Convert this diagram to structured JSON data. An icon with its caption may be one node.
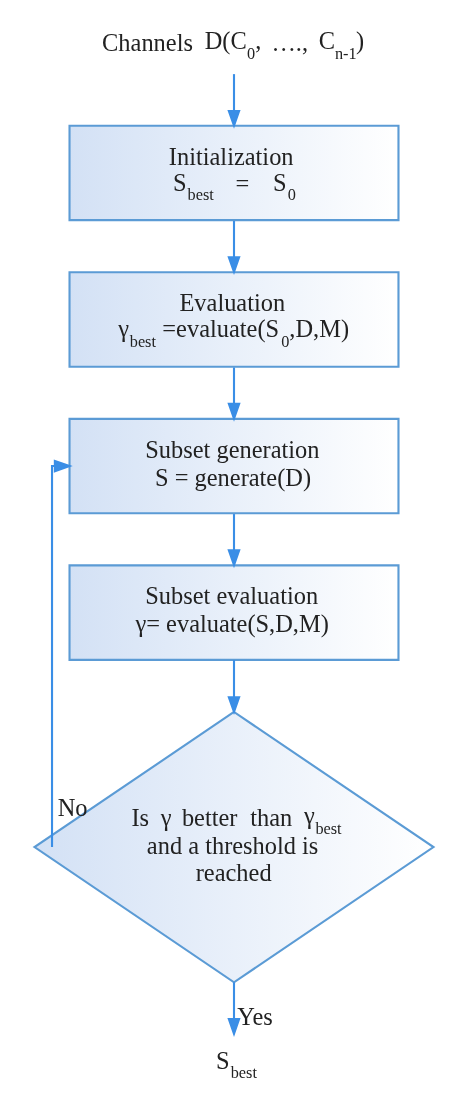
{
  "diagram": {
    "nodes": [
      {
        "text": [
          "Channels D(C$_{0}$, …., C$_{n-1}$)"
        ]
      },
      {
        "text": [
          "Initialization",
          "S$_{best}$ = S$_{0}$"
        ]
      },
      {
        "text": [
          "Evaluation",
          "γ$_{best}$ =evaluate(S$_{0}$,D,M)"
        ]
      },
      {
        "text": [
          "Subset generation",
          "S = generate(D)"
        ]
      },
      {
        "text": [
          "Subset evaluation",
          "γ= evaluate(S,D,M)"
        ]
      },
      {
        "text": [
          "Is γ better than γ$_{best}$ and a threshold is reached"
        ]
      },
      {
        "text": [
          "S$_{best}$"
        ]
      }
    ],
    "edges": [
      {
        "from": 0,
        "to": 1,
        "arrow": "to"
      },
      {
        "from": 1,
        "to": 2,
        "arrow": "to"
      },
      {
        "from": 2,
        "to": 3,
        "arrow": "to"
      },
      {
        "from": 3,
        "to": 4,
        "arrow": "to"
      },
      {
        "from": 4,
        "to": 5,
        "arrow": "to"
      },
      {
        "from": 5,
        "to": 3,
        "arrow": "to",
        "label": "No"
      },
      {
        "from": 5,
        "to": 6,
        "arrow": "to",
        "label": "Yes"
      }
    ]
  }
}
